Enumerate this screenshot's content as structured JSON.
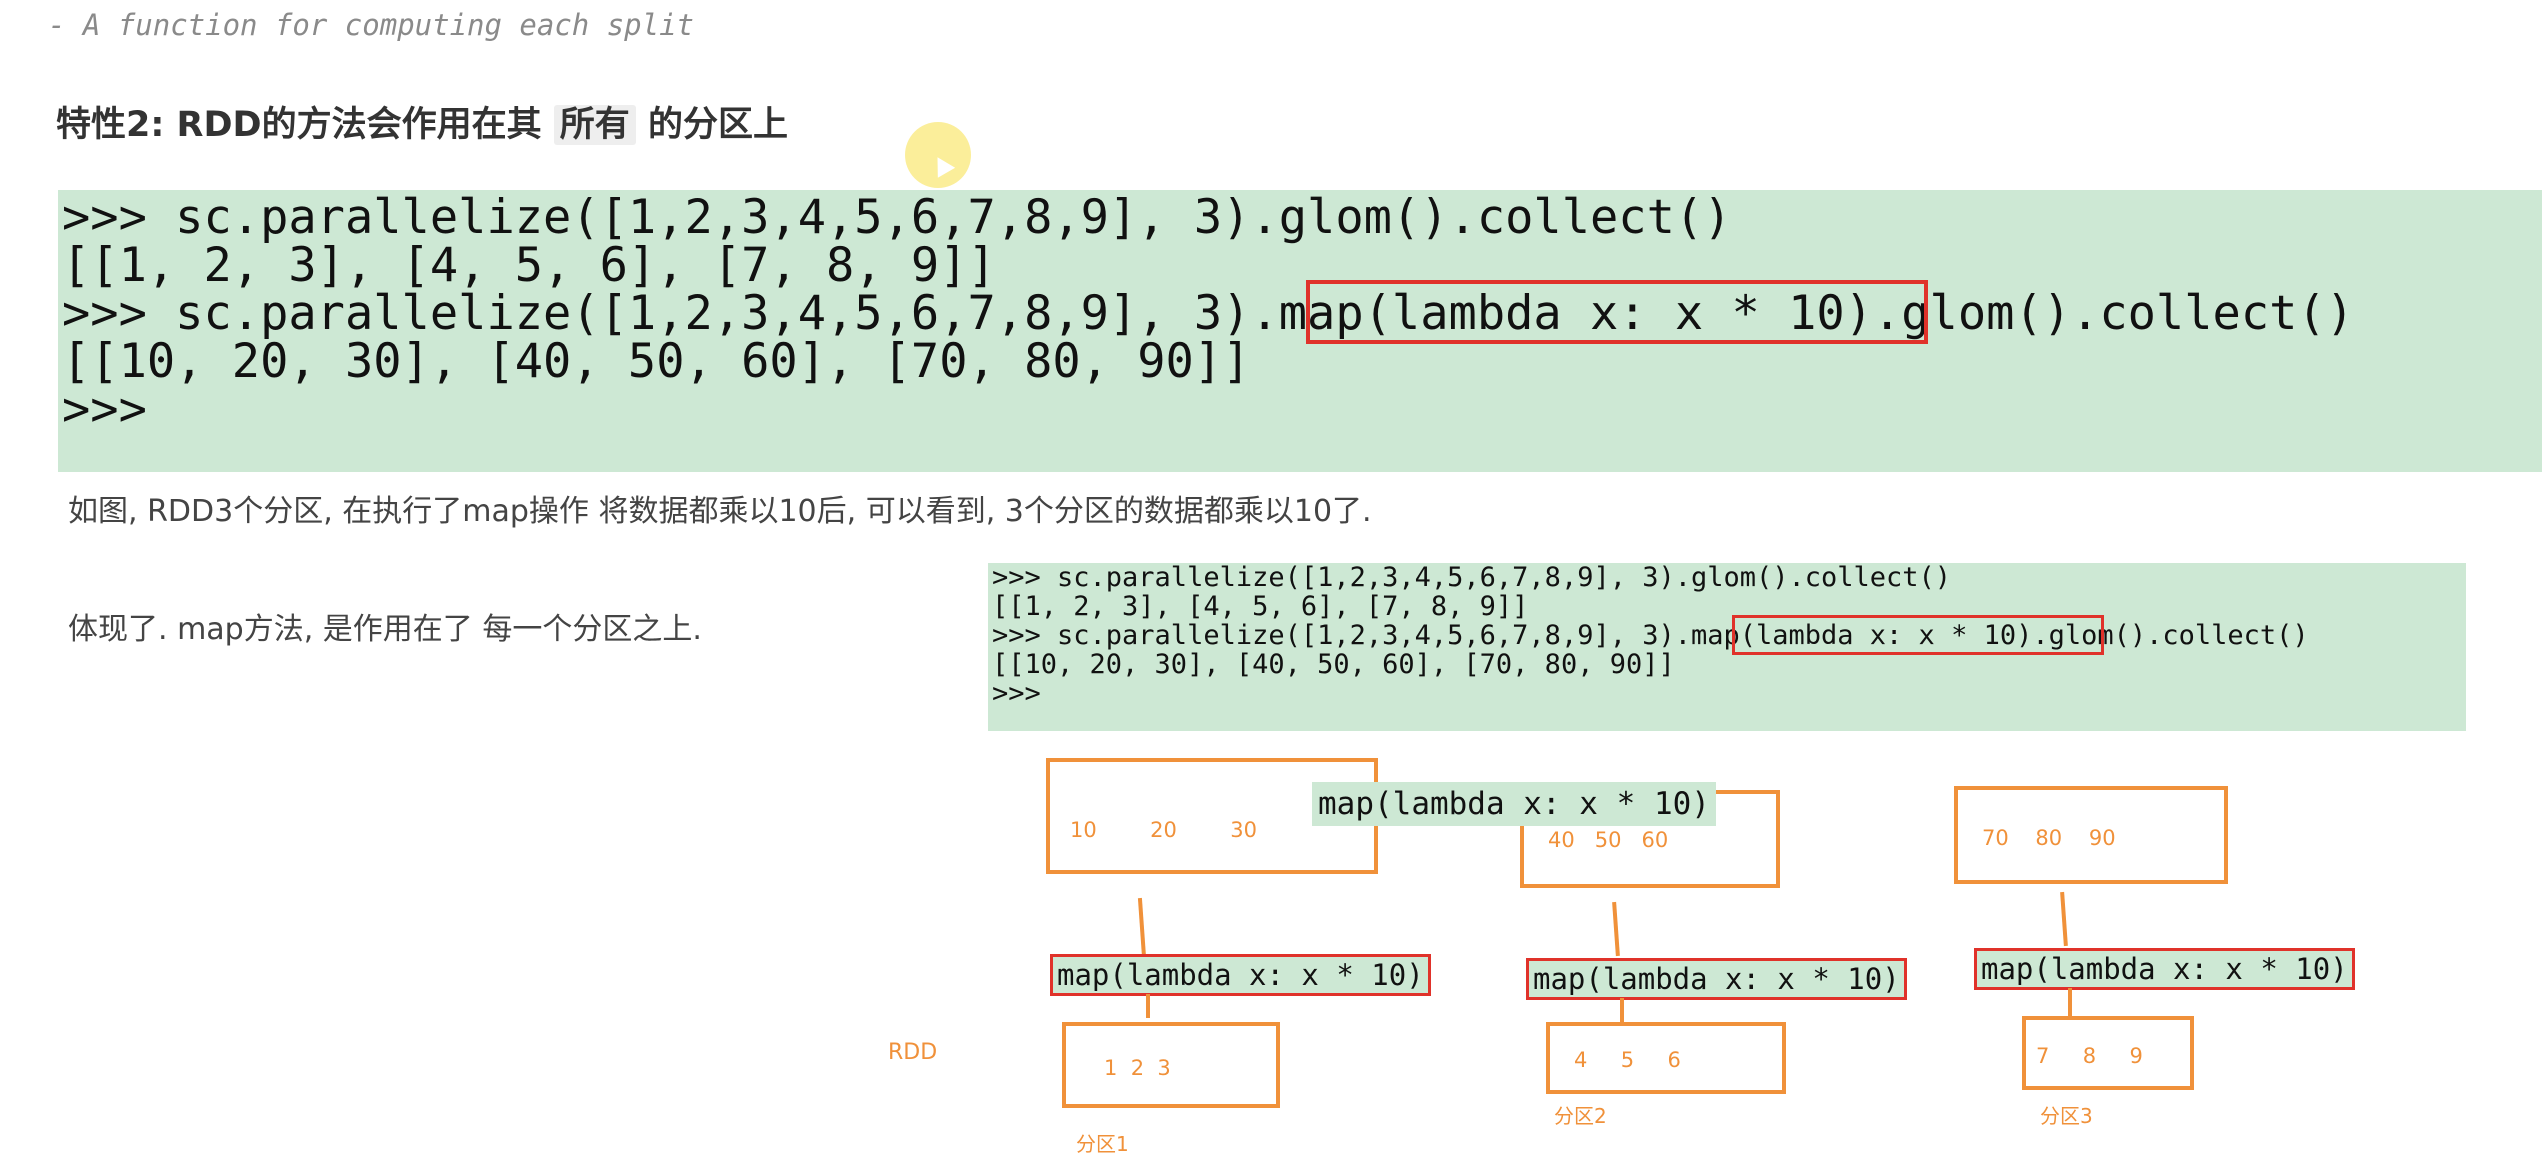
{
  "doc": {
    "comment": "- A function for computing each split",
    "heading_pre": "特性2: RDD的方法会作用在其",
    "heading_hl": "所有",
    "heading_post": "的分区上",
    "code_lines": [
      ">>> sc.parallelize([1,2,3,4,5,6,7,8,9], 3).glom().collect()",
      "[[1, 2, 3], [4, 5, 6], [7, 8, 9]]",
      ">>> sc.parallelize([1,2,3,4,5,6,7,8,9], 3).map(lambda x: x * 10).glom().collect()",
      "[[10, 20, 30], [40, 50, 60], [70, 80, 90]]",
      ">>>"
    ],
    "para1": "如图, RDD3个分区, 在执行了map操作 将数据都乘以10后, 可以看到, 3个分区的数据都乘以10了.",
    "para2": "体现了. map方法, 是作用在了 每一个分区之上."
  },
  "diagram": {
    "map_label": "map(lambda x: x * 10)",
    "rdd_label": "RDD",
    "partitions": [
      {
        "name": "分区1",
        "input": "1  2  3",
        "output": "10        20        30"
      },
      {
        "name": "分区2",
        "input": "4     5     6",
        "output": "40   50   60"
      },
      {
        "name": "分区3",
        "input": "7     8     9",
        "output": "70    80    90"
      }
    ]
  }
}
